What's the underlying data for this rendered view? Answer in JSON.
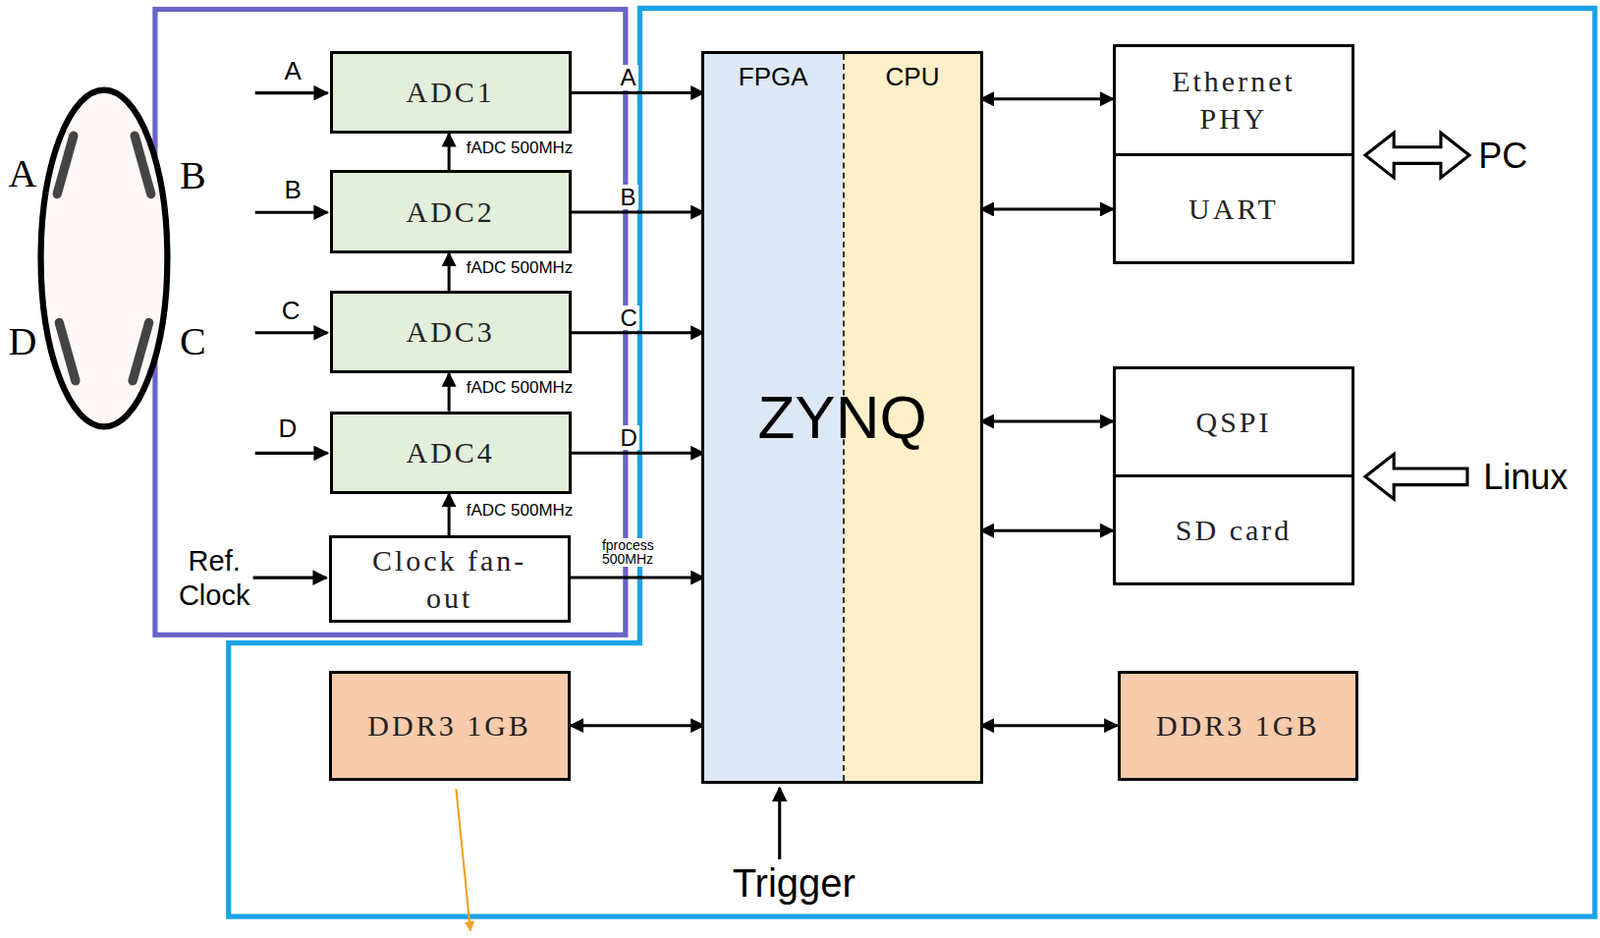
{
  "diagram": {
    "nodes": [
      {
        "text": [
          "ADC1"
        ]
      },
      {
        "text": [
          "ADC2"
        ]
      },
      {
        "text": [
          "ADC3"
        ]
      },
      {
        "text": [
          "ADC4"
        ]
      },
      {
        "text": [
          "Clock fan-out"
        ]
      },
      {
        "text": [
          "DDR3 1GB"
        ]
      },
      {
        "text": [
          "ZYNQ"
        ]
      },
      {
        "text": [
          "FPGA"
        ],
        "in": 6
      },
      {
        "text": [
          "CPU"
        ],
        "in": 6
      },
      {
        "text": [
          "Ethernet PHY"
        ]
      },
      {
        "text": [
          "UART"
        ]
      },
      {
        "text": [
          "QSPI"
        ]
      },
      {
        "text": [
          "SD card"
        ]
      },
      {
        "text": [
          "DDR3 1GB"
        ]
      }
    ],
    "edges": [
      {
        "from": 0,
        "to": 7,
        "arrow": "to",
        "label": "A"
      },
      {
        "from": 1,
        "to": 7,
        "arrow": "to",
        "label": "B"
      },
      {
        "from": 2,
        "to": 7,
        "arrow": "to",
        "label": "C"
      },
      {
        "from": 3,
        "to": 7,
        "arrow": "to",
        "label": "D"
      },
      {
        "from": 1,
        "to": 0,
        "arrow": "to",
        "label": "fADC 500MHz"
      },
      {
        "from": 2,
        "to": 1,
        "arrow": "to",
        "label": "fADC 500MHz"
      },
      {
        "from": 3,
        "to": 2,
        "arrow": "to",
        "label": "fADC 500MHz"
      },
      {
        "from": 4,
        "to": 3,
        "arrow": "to",
        "label": "fADC 500MHz"
      },
      {
        "from": 4,
        "to": 7,
        "arrow": "to",
        "label": "fprocess 500MHz"
      },
      {
        "from": 5,
        "to": 7,
        "arrow": "both"
      },
      {
        "from": 8,
        "to": 9,
        "arrow": "both"
      },
      {
        "from": 8,
        "to": 10,
        "arrow": "both"
      },
      {
        "from": 8,
        "to": 11,
        "arrow": "both"
      },
      {
        "from": 8,
        "to": 12,
        "arrow": "both"
      },
      {
        "from": 8,
        "to": 13,
        "arrow": "both"
      }
    ],
    "labels": [
      "A",
      "B",
      "D",
      "C",
      "A",
      "B",
      "C",
      "D",
      "Ref. Clock",
      "Trigger",
      "PC",
      "Linux"
    ]
  }
}
